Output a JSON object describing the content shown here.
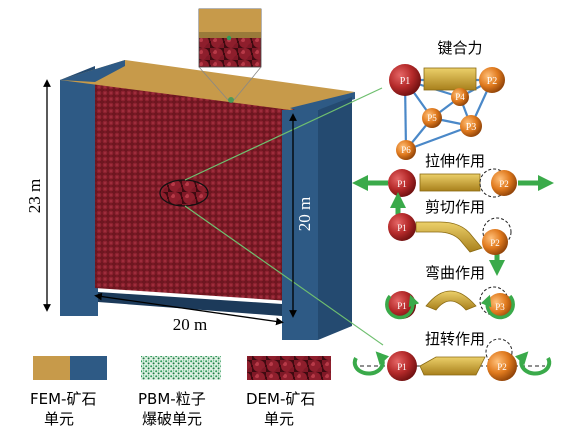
{
  "model": {
    "height_label": "23 m",
    "inner_height_label": "20 m",
    "width_label": "20 m"
  },
  "panel": {
    "bond_force": "键合力",
    "tension": "拉伸作用",
    "shear": "剪切作用",
    "bending": "弯曲作用",
    "torsion": "扭转作用",
    "particles": [
      "P1",
      "P2",
      "P3",
      "P4",
      "P5",
      "P6"
    ]
  },
  "legend": {
    "fem_line1": "FEM-矿石",
    "fem_line2": "单元",
    "pbm_line1": "PBM-粒子",
    "pbm_line2": "爆破单元",
    "dem_line1": "DEM-矿石",
    "dem_line2": "单元"
  },
  "colors": {
    "fem_top": "#c79a4a",
    "fem_side": "#2e5a85",
    "dem": "#7a1a24",
    "pbm": "#2f9a5a",
    "particle_red": "#b52a2a",
    "particle_orange": "#e07a1e",
    "bond_gold": "#c9a42a",
    "arrow_green": "#3aaa4a",
    "zoom_line": "#6fbf6f"
  }
}
